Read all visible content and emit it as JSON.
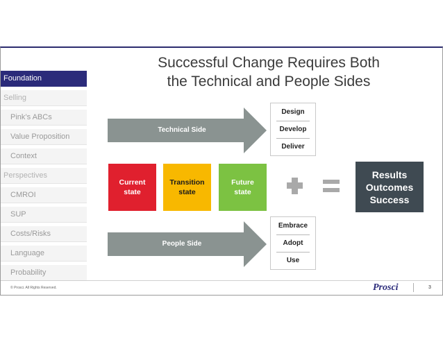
{
  "slide": {
    "title_line1": "Successful Change Requires Both",
    "title_line2": "the Technical and People Sides",
    "footer": {
      "copyright": "© Prosci. All Rights Reserved.",
      "logo": "Prosci",
      "page": "3"
    }
  },
  "sidebar": {
    "items": [
      {
        "label": "Foundation",
        "state": "active"
      },
      {
        "label": "Selling",
        "state": "section"
      },
      {
        "label": "Pink’s ABCs",
        "state": "sub"
      },
      {
        "label": "Value Proposition",
        "state": "sub"
      },
      {
        "label": "Context",
        "state": "sub"
      },
      {
        "label": "Perspectives",
        "state": "section"
      },
      {
        "label": "CMROI",
        "state": "sub"
      },
      {
        "label": "SUP",
        "state": "sub"
      },
      {
        "label": "Costs/Risks",
        "state": "sub"
      },
      {
        "label": "Language",
        "state": "sub"
      },
      {
        "label": "Probability",
        "state": "sub"
      }
    ]
  },
  "diagram": {
    "technical_arrow": "Technical Side",
    "people_arrow": "People Side",
    "technical_steps": [
      "Design",
      "Develop",
      "Deliver"
    ],
    "people_steps": [
      "Embrace",
      "Adopt",
      "Use"
    ],
    "states": [
      {
        "line1": "Current",
        "line2": "state",
        "color": "#e0202e",
        "text_color": "#ffffff"
      },
      {
        "line1": "Transition",
        "line2": "state",
        "color": "#f8b800",
        "text_color": "#1a1a1a"
      },
      {
        "line1": "Future",
        "line2": "state",
        "color": "#7cc242",
        "text_color": "#ffffff"
      }
    ],
    "results": [
      "Results",
      "Outcomes",
      "Success"
    ],
    "colors": {
      "arrow": "#8a9391",
      "operator": "#a9a9a9",
      "results_bg": "#3f4a52",
      "nav_active": "#2b2b7a"
    }
  }
}
